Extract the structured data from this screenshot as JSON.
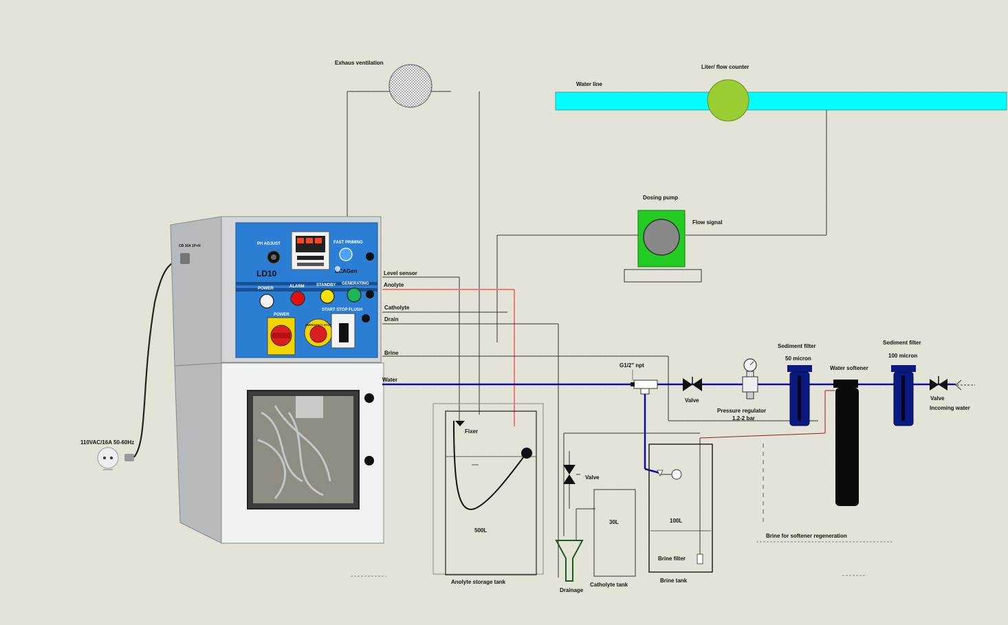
{
  "labels": {
    "exhaust_ventilation": "Exhaus ventilation",
    "flow_counter": "Liter/ flow counter",
    "water_line": "Water line",
    "dosing_pump": "Dosing pump",
    "flow_signal": "Flow signal",
    "level_sensor": "Level sensor",
    "anolyte": "Anolyte",
    "catholyte": "Catholyte",
    "drain": "Drain",
    "brine": "Brine",
    "water": "Water",
    "fitting": "G1/2\" npt",
    "valve_main": "Valve",
    "pressure_regulator": "Pressure regulator",
    "pressure_range": "1.2-2 bar",
    "sediment_filter_50": "Sediment filter",
    "sediment_filter_50_rating": "50 micron",
    "water_softener": "Water softener",
    "sediment_filter_100": "Sediment filter",
    "sediment_filter_100_rating": "100 micron",
    "valve_inlet": "Valve",
    "incoming_water": "Incoming water",
    "fixer": "Fixer",
    "anolyte_volume": "500L",
    "anolyte_tank": "Anolyte storage tank",
    "valve_drain": "Valve",
    "drainage": "Drainage",
    "catholyte_volume": "30L",
    "catholyte_tank": "Catholyte tank",
    "brine_volume": "100L",
    "brine_filter": "Brine filter",
    "brine_tank": "Brine tank",
    "brine_regeneration": "Brine for softener regeneration",
    "power_supply": "110VAC/16A 50-60Hz"
  },
  "device": {
    "model": "LD10",
    "brand": "ECAGen",
    "ph_adjust": "PH ADJUST",
    "fast_priming": "FAST PRIMING",
    "indicators": [
      "POWER",
      "ALARM",
      "STANDBY",
      "GENERATING"
    ],
    "power_switch": "POWER",
    "mode_switch": "START STOP FLUSH",
    "emergency": "EMERGENCY STOP",
    "side_tag": "CB 16A 1P+N"
  },
  "colors": {
    "background": "#e4e3d8",
    "water_line": "#00ffff",
    "flow_counter": "#9acd32",
    "dosing_pump_body": "#22cc22",
    "water_pipe": "#0a0aa0",
    "anolyte_pipe": "#f07a7a",
    "filter_body": "#0b1a80",
    "softener_body": "#0a0a0a",
    "cabinet_blue": "#2a7fd4",
    "cabinet_grey": "#c9ccce"
  }
}
